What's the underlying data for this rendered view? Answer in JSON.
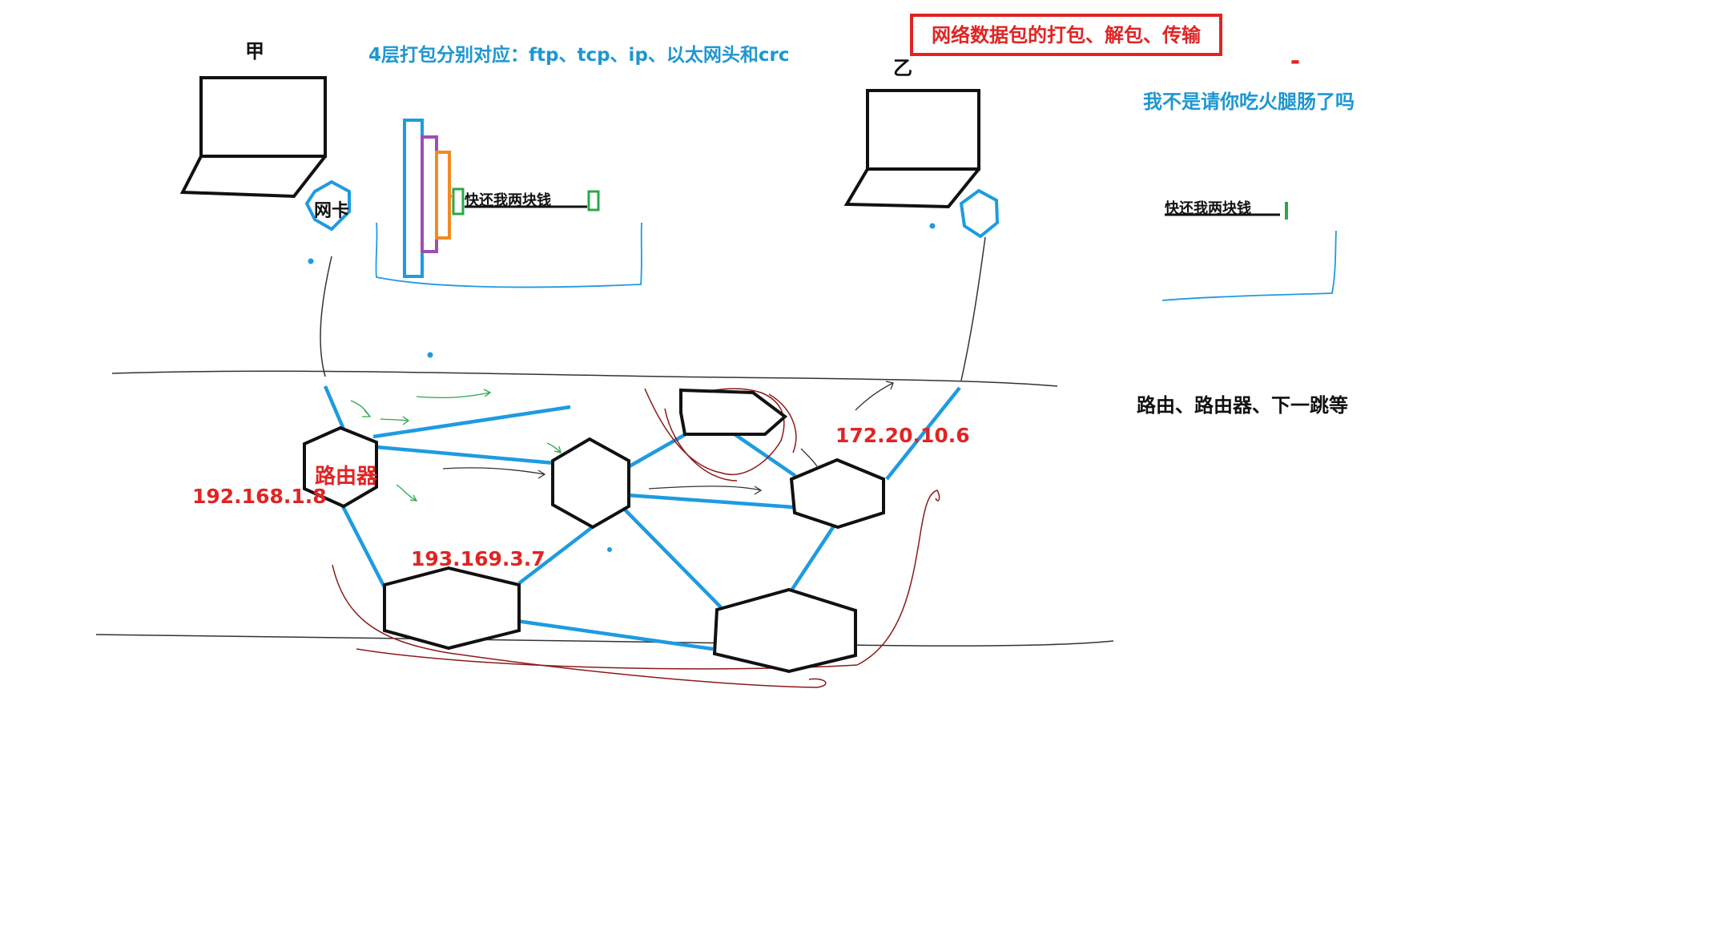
{
  "title": "网络数据包的打包、解包、传输",
  "colors": {
    "title_border": "#e02424",
    "title_text": "#e02424",
    "blue_text": "#1e96d2",
    "link": "#1e9be0",
    "red_text": "#e02424",
    "black": "#111111",
    "purple": "#9b4fb0",
    "orange": "#f08a24",
    "green": "#2aa84a",
    "dark_red": "#8b1a1a"
  },
  "hosts": {
    "a_label": "甲",
    "b_label": "乙",
    "nic_label": "网卡"
  },
  "notes": {
    "layers": "4层打包分别对应：ftp、tcp、ip、以太网头和crc",
    "payload": "快还我两块钱",
    "payload_b": "快还我两块钱",
    "reply": "我不是请你吃火腿肠了吗",
    "routing": "路由、路由器、下一跳等",
    "dash": "-"
  },
  "routers": {
    "main_label": "路由器",
    "ip_main": "192.168.1.8",
    "ip_bottom_left": "193.169.3.7",
    "ip_right": "172.20.10.6"
  },
  "icons": [
    "laptop-icon",
    "nic-hexagon-icon",
    "router-hexagon-icon",
    "packet-bracket-icon"
  ]
}
